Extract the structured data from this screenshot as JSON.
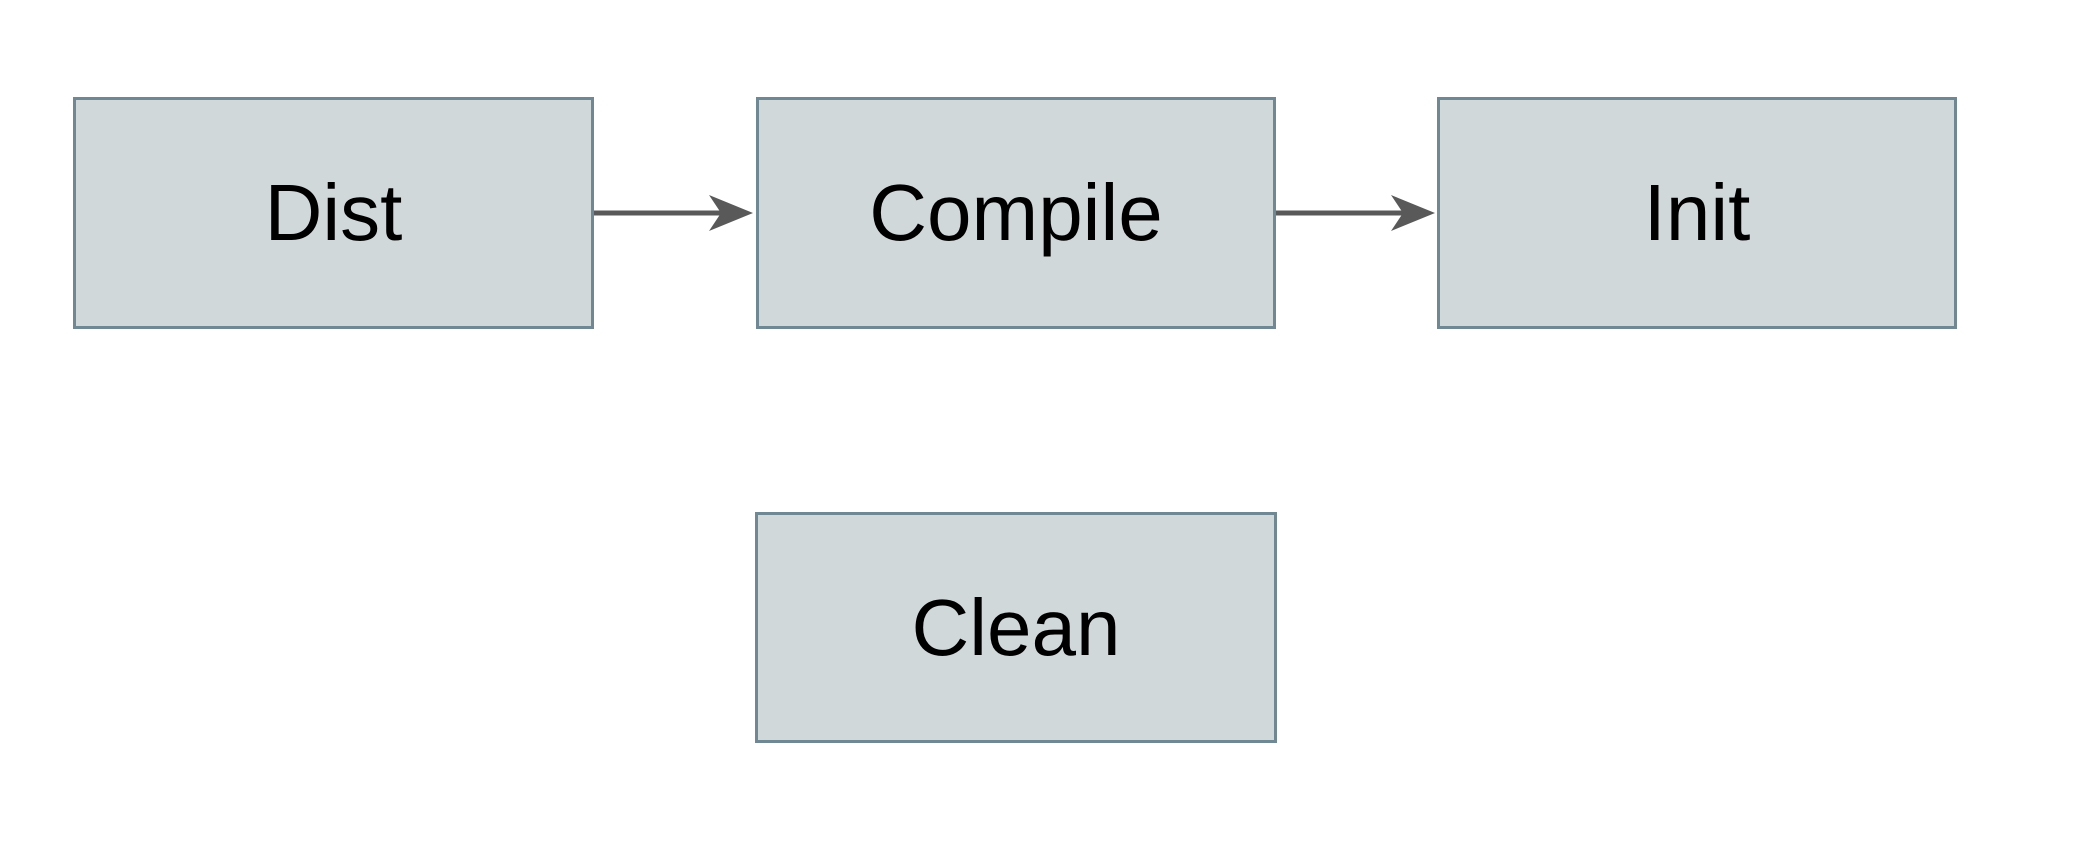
{
  "theme": {
    "background": "#ffffff",
    "node_fill": "#d1d8da",
    "node_border": "#708794",
    "arrow_color": "#595959",
    "text_color": "#000000"
  },
  "diagram": {
    "type": "flowchart",
    "nodes": [
      {
        "id": "dist",
        "label": "Dist"
      },
      {
        "id": "compile",
        "label": "Compile"
      },
      {
        "id": "init",
        "label": "Init"
      },
      {
        "id": "clean",
        "label": "Clean"
      }
    ],
    "edges": [
      {
        "from": "dist",
        "to": "compile"
      },
      {
        "from": "compile",
        "to": "init"
      }
    ]
  }
}
